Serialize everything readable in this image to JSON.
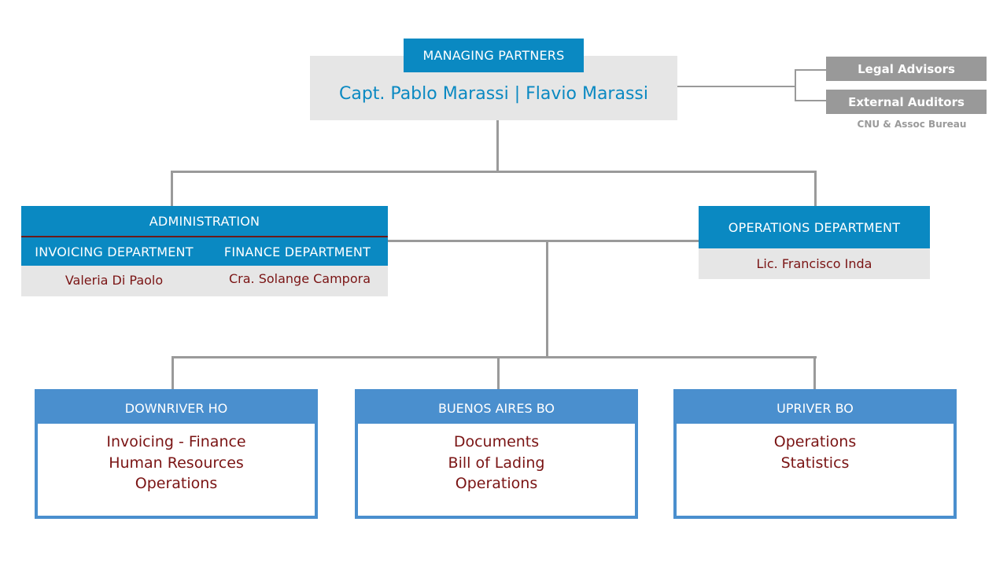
{
  "top": {
    "title": "MANAGING PARTNERS",
    "names": "Capt. Pablo Marassi | Flavio Marassi"
  },
  "advisors": {
    "legal": "Legal Advisors",
    "auditors": "External Auditors",
    "auditors_note": "CNU & Assoc Bureau"
  },
  "administration": {
    "title": "ADMINISTRATION",
    "invoicing": {
      "title": "INVOICING DEPARTMENT",
      "person": "Valeria Di Paolo"
    },
    "finance": {
      "title": "FINANCE DEPARTMENT",
      "person": "Cra. Solange Campora"
    }
  },
  "operations": {
    "title": "OPERATIONS DEPARTMENT",
    "person": "Lic. Francisco Inda"
  },
  "offices": [
    {
      "title": "DOWNRIVER HO",
      "lines": [
        "Invoicing - Finance",
        "Human Resources",
        "Operations"
      ]
    },
    {
      "title": "BUENOS AIRES BO",
      "lines": [
        "Documents",
        "Bill of Lading",
        "Operations"
      ]
    },
    {
      "title": "UPRIVER BO",
      "lines": [
        "Operations",
        "Statistics"
      ]
    }
  ]
}
